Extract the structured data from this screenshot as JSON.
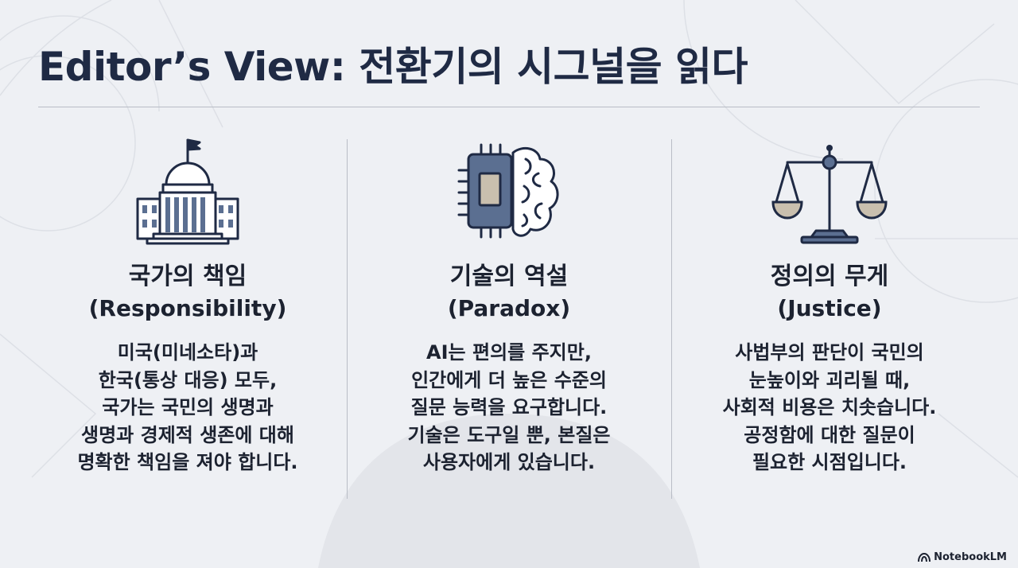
{
  "title": "Editor’s View: 전환기의 시그널을 읽다",
  "columns": [
    {
      "icon": "capitol-building-icon",
      "title": "국가의 책임",
      "subtitle": "(Responsibility)",
      "body": [
        "미국(미네소타)과",
        "한국(통상 대응) 모두,",
        "국가는 국민의 생명과",
        "생명과 경제적 생존에 대해",
        "명확한 책임을 져야 합니다."
      ]
    },
    {
      "icon": "chip-brain-icon",
      "title": "기술의 역설",
      "subtitle": "(Paradox)",
      "body": [
        "AI는 편의를 주지만,",
        "인간에게 더 높은 수준의",
        "질문 능력을 요구합니다.",
        "기술은 도구일 뿐, 본질은",
        "사용자에게 있습니다."
      ]
    },
    {
      "icon": "scales-of-justice-icon",
      "title": "정의의 무게",
      "subtitle": "(Justice)",
      "body": [
        "사법부의 판단이 국민의",
        "눈높이와 괴리될 때,",
        "사회적 비용은 치솟습니다.",
        "공정함에 대한 질문이",
        "필요한 시점입니다."
      ]
    }
  ],
  "brand": {
    "label": "NotebookLM",
    "icon": "notebooklm-logo-icon"
  },
  "colors": {
    "navy": "#1f2a44",
    "slate": "#5b6f91",
    "beige": "#c9bfae",
    "background": "#eef0f4"
  }
}
